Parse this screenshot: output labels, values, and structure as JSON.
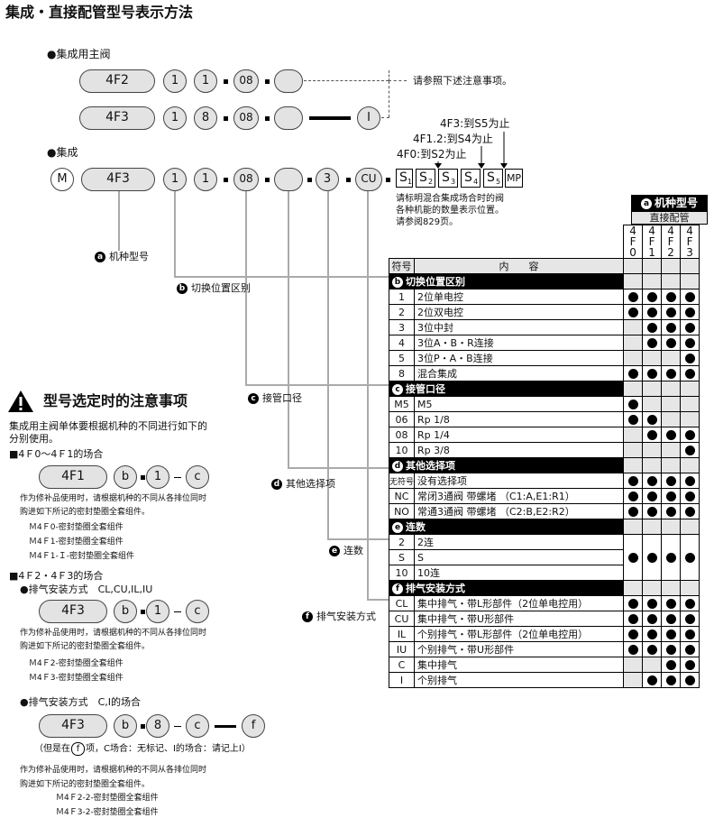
{
  "page_title": "集成・直接配管型号表示方法",
  "main_valve": {
    "label": "●集成用主阀",
    "row1": [
      "4F2",
      "1",
      "1",
      "08",
      ""
    ],
    "row2": [
      "4F3",
      "1",
      "8",
      "08",
      "",
      "I"
    ],
    "note": "请参照下述注意事项。"
  },
  "manifold": {
    "label": "●集成",
    "parts": [
      "M",
      "4F3",
      "1",
      "1",
      "08",
      "",
      "3",
      "CU"
    ],
    "s_boxes": [
      "S",
      "1",
      "S",
      "2",
      "S",
      "3",
      "S",
      "4",
      "S",
      "5",
      "MP"
    ],
    "notes": [
      "4F3:到S5为止",
      "4F1.2:到S4为止",
      "4F0:到S2为止"
    ],
    "explain": [
      "请标明混合集成场合时的阀",
      "各种机能的数量表示位置。",
      "请参阅829页。"
    ]
  },
  "callouts": {
    "a": "机种型号",
    "b": "切换位置区别",
    "c": "接管口径",
    "d": "其他选择项",
    "e": "连数",
    "f": "排气安装方式"
  },
  "table": {
    "model_header": "机种型号",
    "direct": "直接配管",
    "models": [
      [
        "4",
        "F",
        "0"
      ],
      [
        "4",
        "F",
        "1"
      ],
      [
        "4",
        "F",
        "2"
      ],
      [
        "4",
        "F",
        "3"
      ]
    ],
    "col_code": "符号",
    "col_content": "内　　容",
    "sections": [
      {
        "letter": "b",
        "title": "切换位置区别",
        "rows": [
          {
            "code": "1",
            "text": "2位单电控",
            "marks": [
              1,
              1,
              1,
              1
            ]
          },
          {
            "code": "2",
            "text": "2位双电控",
            "marks": [
              1,
              1,
              1,
              1
            ]
          },
          {
            "code": "3",
            "text": "3位中封",
            "marks": [
              0,
              1,
              1,
              1
            ]
          },
          {
            "code": "4",
            "text": "3位A・B・R连接",
            "marks": [
              0,
              1,
              1,
              1
            ]
          },
          {
            "code": "5",
            "text": "3位P・A・B连接",
            "marks": [
              0,
              0,
              0,
              1
            ]
          },
          {
            "code": "8",
            "text": "混合集成",
            "marks": [
              1,
              1,
              1,
              1
            ]
          }
        ]
      },
      {
        "letter": "c",
        "title": "接管口径",
        "rows": [
          {
            "code": "M5",
            "text": "M5",
            "marks": [
              1,
              0,
              0,
              0
            ]
          },
          {
            "code": "06",
            "text": "Rp 1/8",
            "marks": [
              1,
              1,
              0,
              0
            ]
          },
          {
            "code": "08",
            "text": "Rp 1/4",
            "marks": [
              0,
              1,
              1,
              1
            ]
          },
          {
            "code": "10",
            "text": "Rp 3/8",
            "marks": [
              0,
              0,
              0,
              1
            ]
          }
        ]
      },
      {
        "letter": "d",
        "title": "其他选择项",
        "rows": [
          {
            "code": "无符号",
            "text": "没有选择项",
            "marks": [
              1,
              1,
              1,
              1
            ]
          },
          {
            "code": "NC",
            "text": "常闭3通阀 带螺堵 （C1:A,E1:R1）",
            "marks": [
              1,
              1,
              1,
              1
            ]
          },
          {
            "code": "NO",
            "text": "常通3通阀 带螺堵 （C2:B,E2:R2）",
            "marks": [
              1,
              1,
              1,
              1
            ]
          }
        ]
      },
      {
        "letter": "e",
        "title": "连数",
        "rows": [
          {
            "code": "2",
            "text": "2连"
          },
          {
            "code": "S",
            "text": "S"
          },
          {
            "code": "10",
            "text": "10连"
          }
        ],
        "marks": [
          1,
          1,
          1,
          1
        ]
      },
      {
        "letter": "f",
        "title": "排气安装方式",
        "rows": [
          {
            "code": "CL",
            "text": "集中排气・带L形部件（2位单电控用）",
            "marks": [
              1,
              1,
              1,
              1
            ]
          },
          {
            "code": "CU",
            "text": "集中排气・带U形部件",
            "marks": [
              1,
              1,
              1,
              1
            ]
          },
          {
            "code": "IL",
            "text": "个别排气・带L形部件（2位单电控用）",
            "marks": [
              1,
              1,
              1,
              1
            ]
          },
          {
            "code": "IU",
            "text": "个别排气・带U形部件",
            "marks": [
              1,
              1,
              1,
              1
            ]
          },
          {
            "code": "C",
            "text": "集中排气",
            "marks": [
              0,
              0,
              1,
              1
            ]
          },
          {
            "code": "I",
            "text": "个别排气",
            "marks": [
              0,
              1,
              1,
              1
            ]
          }
        ]
      }
    ]
  },
  "caution": {
    "title": "型号选定时的注意事项",
    "intro": [
      "集成用主阀单体要根据机种的不同进行如下的",
      "分别使用。"
    ],
    "case1_title": "■4Ｆ0～4Ｆ1的场合",
    "case1_parts": [
      "4F1",
      "b",
      "1",
      "c"
    ],
    "case1_note": [
      "作为修补品使用时，请根据机种的不同从各排位同时",
      "购进如下所记的密封垫圈全套组件。"
    ],
    "case1_kits": [
      "Ｍ4Ｆ0-密封垫圈全套组件",
      "Ｍ4Ｆ1-密封垫圈全套组件",
      "Ｍ4Ｆ1-Ｉ-密封垫圈全套组件"
    ],
    "case2_title": "■4Ｆ2・4Ｆ3的场合",
    "case2_sub": "●排气安装方式　CL,CU,IL,IU",
    "case2_parts": [
      "4F3",
      "b",
      "1",
      "c"
    ],
    "case2_note": [
      "作为修补品使用时，请根据机种的不同从各排位同时",
      "购进如下所记的密封垫圈全套组件。"
    ],
    "case2_kits": [
      "Ｍ4Ｆ2-密封垫圈全套组件",
      "Ｍ4Ｆ3-密封垫圈全套组件"
    ],
    "case3_sub": "●排气安装方式　C,I的场合",
    "case3_parts": [
      "4F3",
      "b",
      "8",
      "c",
      "f"
    ],
    "case3_remark_pre": "（但是在",
    "case3_remark_post": "项，C场合：无标记、I的场合：请记上I）",
    "case3_note": [
      "作为修补品使用时，请根据机种的不同从各排位同时",
      "购进如下所记的密封垫圈全套组件。"
    ],
    "case3_kits": [
      "Ｍ4Ｆ2-2-密封垫圈全套组件",
      "Ｍ4Ｆ3-2-密封垫圈全套组件"
    ]
  }
}
